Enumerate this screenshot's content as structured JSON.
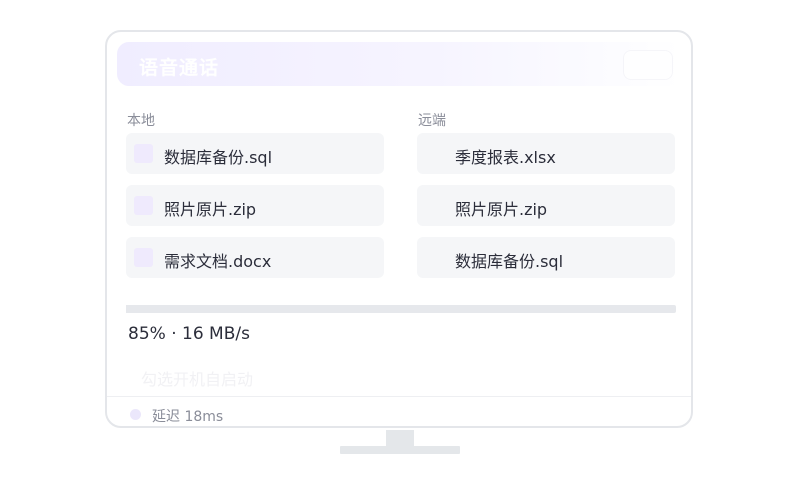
{
  "header": {
    "title": "语音通话"
  },
  "local": {
    "label": "本地",
    "files": [
      {
        "name": "数据库备份.sql"
      },
      {
        "name": "照片原片.zip"
      },
      {
        "name": "需求文档.docx"
      }
    ]
  },
  "remote": {
    "label": "远端",
    "files": [
      {
        "name": "季度报表.xlsx"
      },
      {
        "name": "照片原片.zip"
      },
      {
        "name": "数据库备份.sql"
      }
    ]
  },
  "transfer": {
    "progress_percent": 85,
    "status_text": "85% · 16 MB/s"
  },
  "options": {
    "autostart_label": "勾选开机自启动"
  },
  "footer": {
    "latency_text": "延迟 18ms"
  },
  "colors": {
    "accent": "#efeafd",
    "title_bg": "#f0edff",
    "file_bg": "#f5f6f8"
  },
  "icons": {
    "file": "file-icon",
    "status": "status-dot-icon"
  }
}
